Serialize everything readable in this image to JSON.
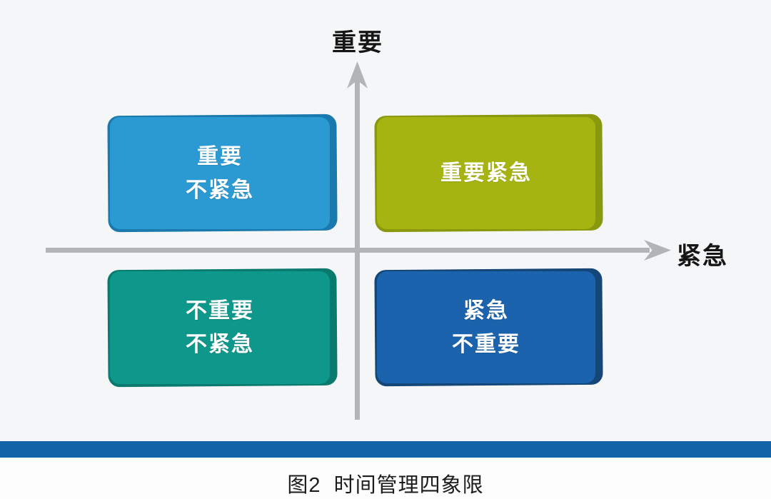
{
  "figure": {
    "caption": "图2  时间管理四象限",
    "background_color": "#f5f6f7",
    "text_color": "#1c1c1c",
    "footer_bar_color": "#1263a8",
    "axes": {
      "y_label": "重要",
      "x_label": "紧急",
      "color": "#b3b4b5"
    },
    "quadrants": [
      {
        "name": "important-not-urgent",
        "position": "top-left",
        "label": "重要\n不紧急",
        "color": "#2b9ad2",
        "edge_color": "#1a7aad"
      },
      {
        "name": "important-urgent",
        "position": "top-right",
        "label": "重要紧急",
        "color": "#a6b412",
        "edge_color": "#8a980e"
      },
      {
        "name": "not-important-not-urgent",
        "position": "bottom-left",
        "label": "不重要\n不紧急",
        "color": "#0e988b",
        "edge_color": "#0a7a6f"
      },
      {
        "name": "urgent-not-important",
        "position": "bottom-right",
        "label": "紧急\n不重要",
        "color": "#1c63ad",
        "edge_color": "#144678"
      }
    ]
  }
}
